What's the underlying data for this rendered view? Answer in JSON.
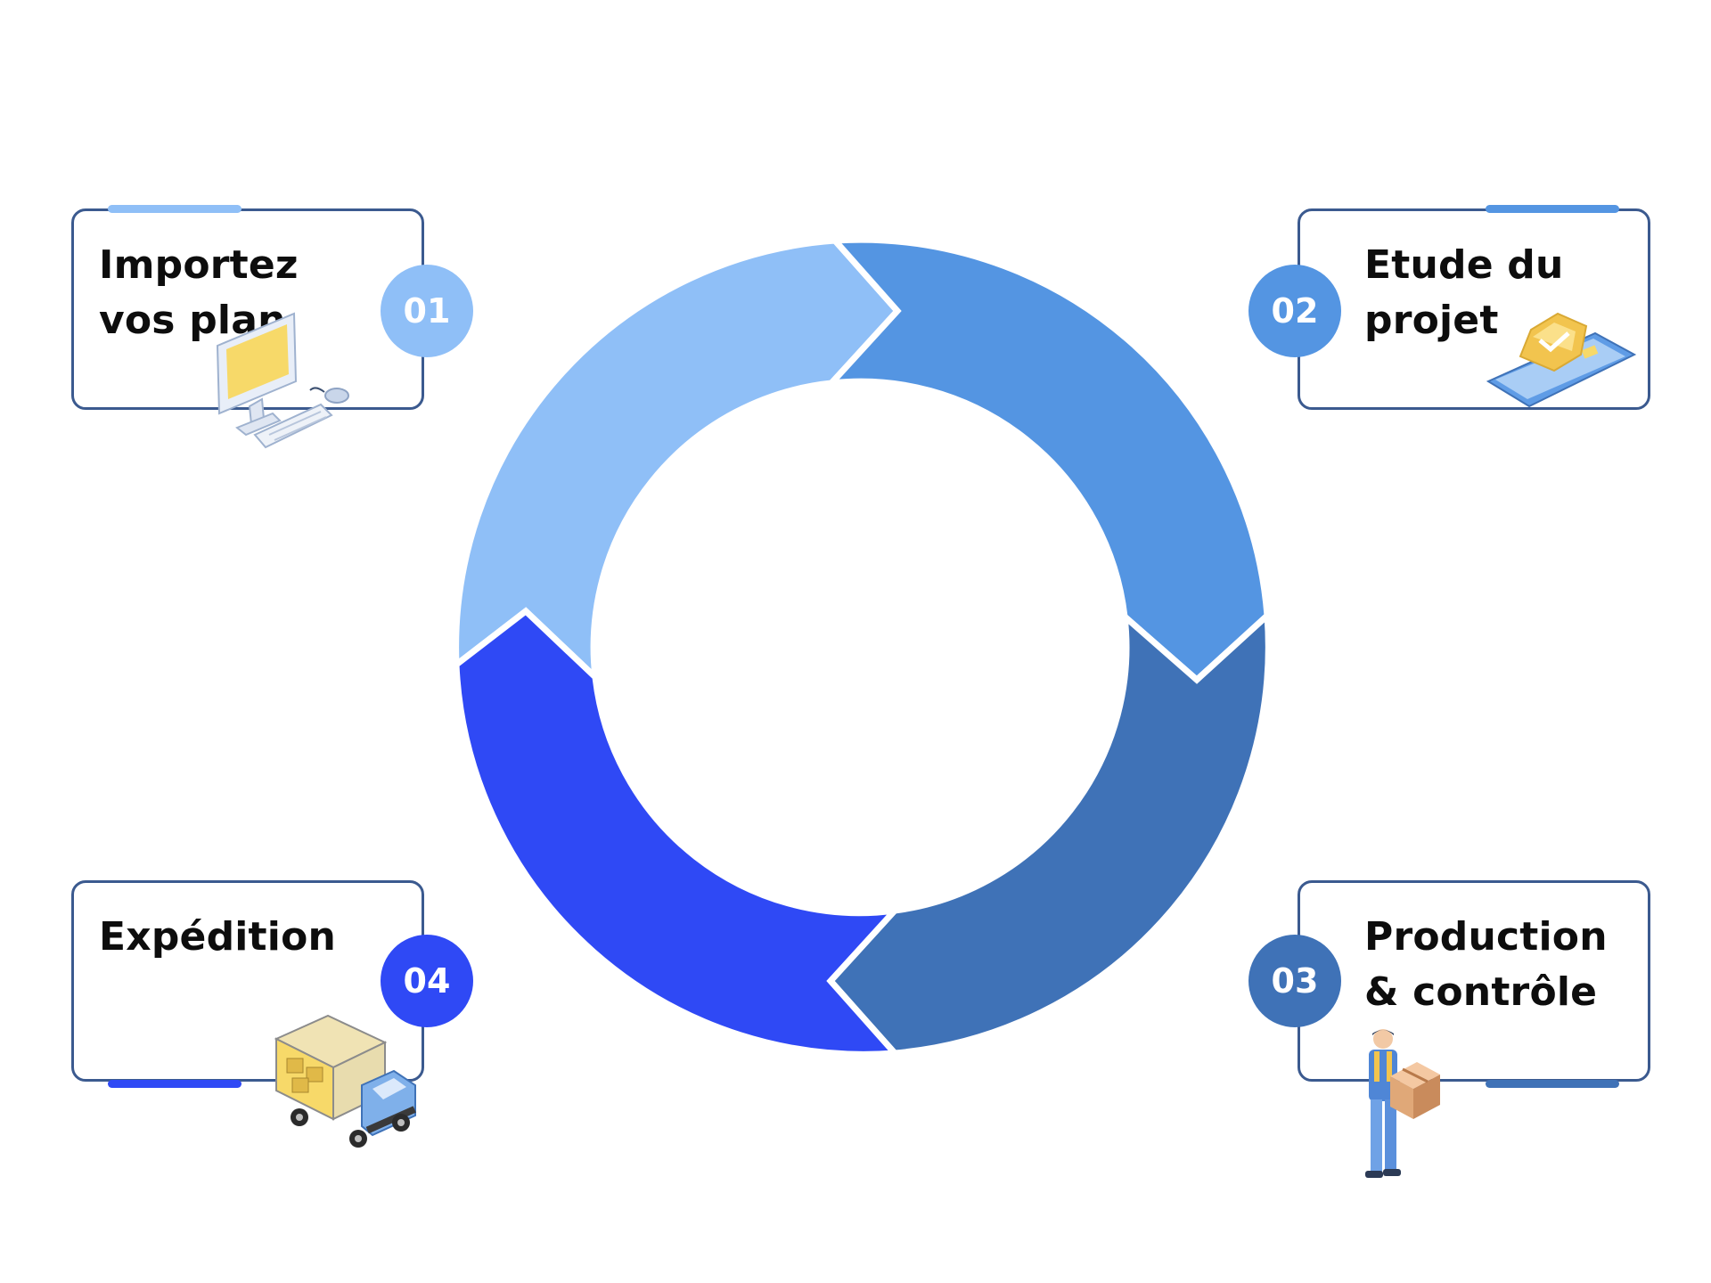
{
  "steps": [
    {
      "number": "01",
      "title": "Importez vos plan",
      "color": "#8fbff7",
      "icon": "computer-icon"
    },
    {
      "number": "02",
      "title": "Etude du projet",
      "color": "#5495e2",
      "icon": "shield-phone-icon"
    },
    {
      "number": "03",
      "title": "Production & contrôle",
      "color": "#3f72b7",
      "icon": "worker-box-icon"
    },
    {
      "number": "04",
      "title": "Expédition",
      "color": "#2f49f5",
      "icon": "delivery-truck-icon"
    }
  ],
  "colors": {
    "card_border": "#3b5a8f",
    "text": "#0d0d0d",
    "background": "#ffffff"
  }
}
